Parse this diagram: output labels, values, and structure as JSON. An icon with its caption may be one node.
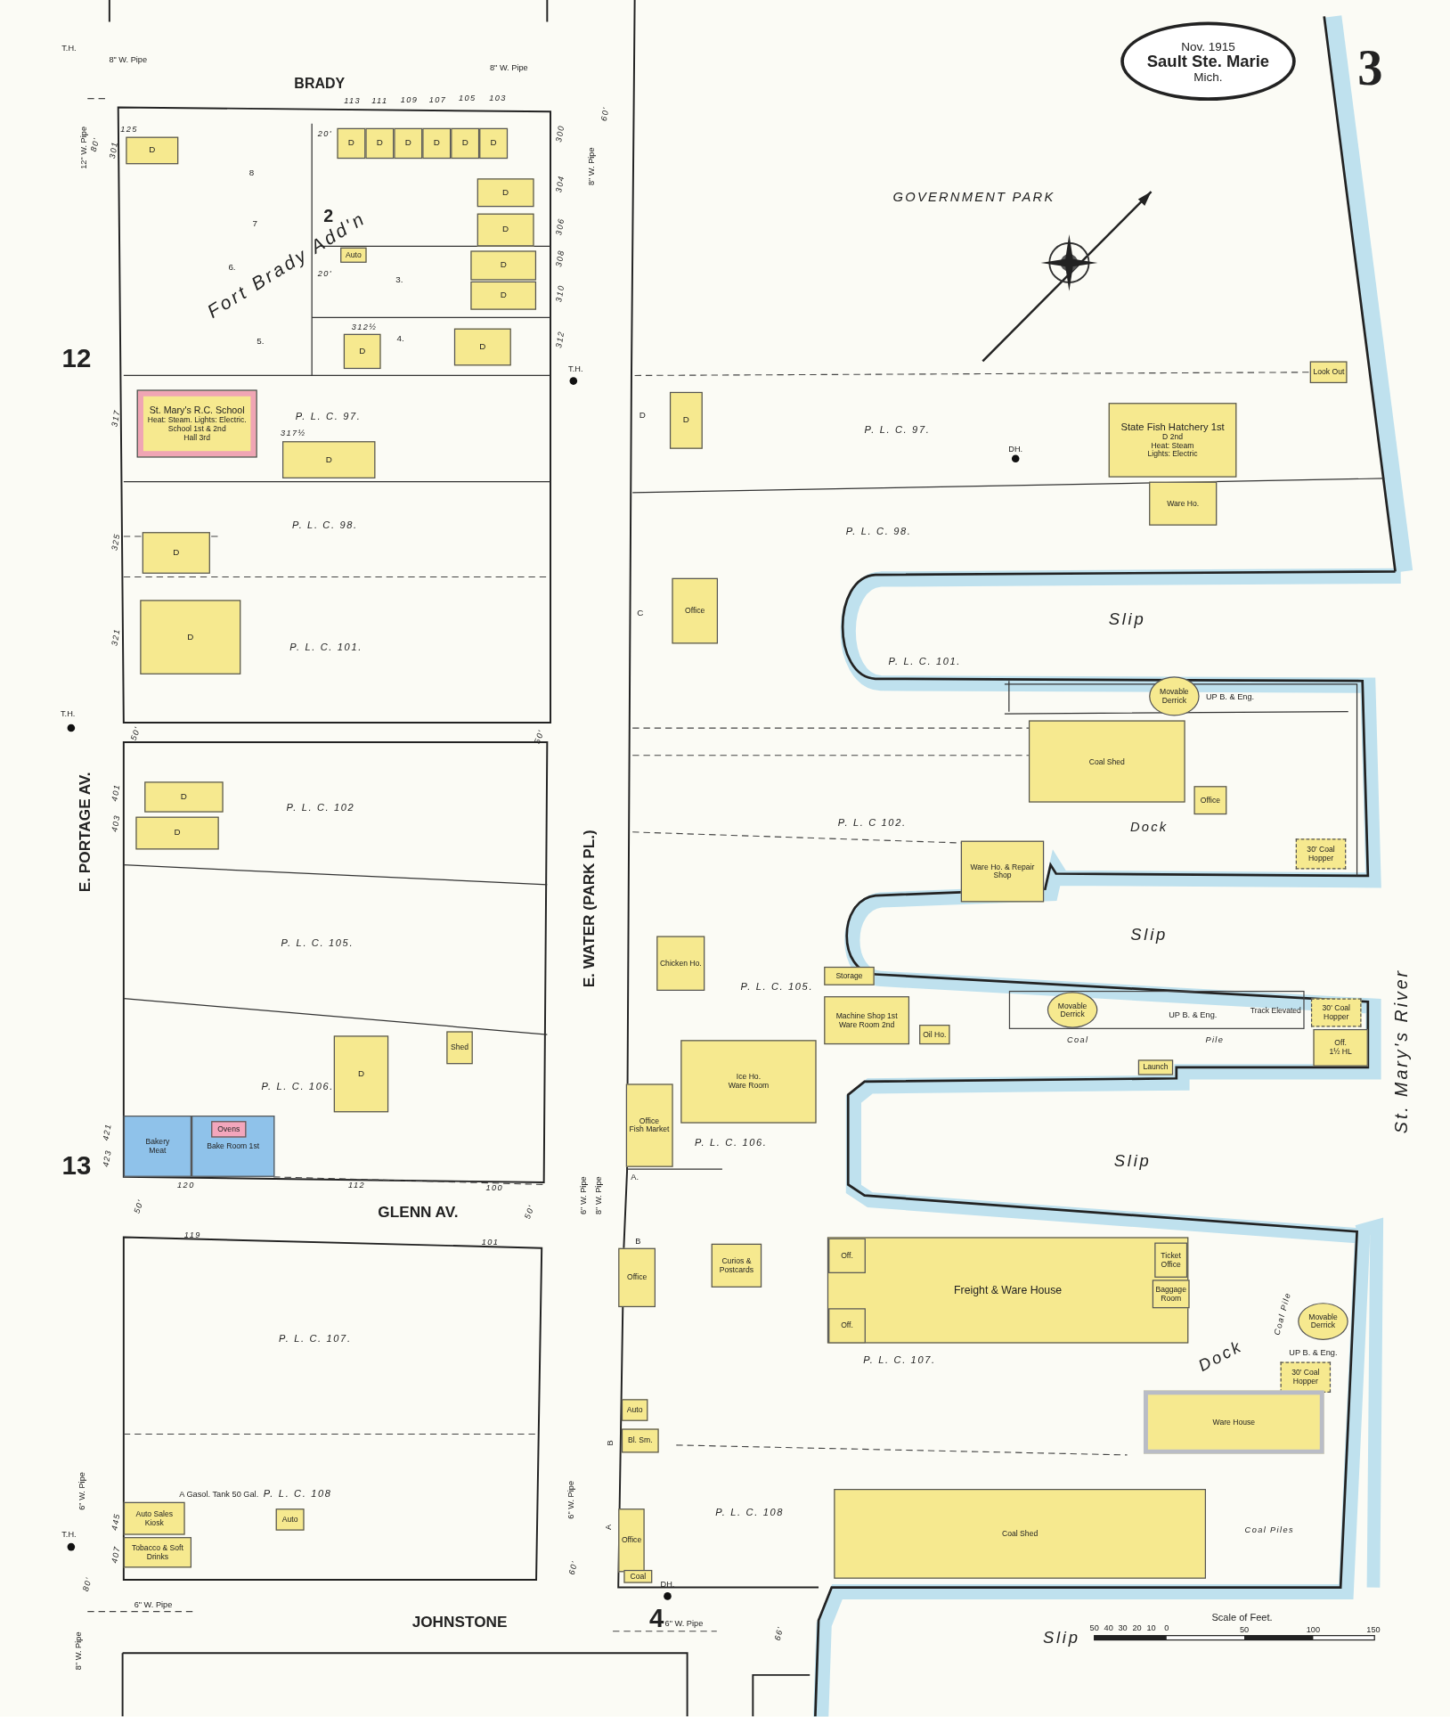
{
  "diagram": {
    "nodes": [
      {
        "text": [
          "Nov. 1915",
          "Sault Ste. Marie",
          "Mich."
        ]
      },
      {
        "text": [
          "St. Mary's R.C. School",
          "Heat: Steam. Lights: Electric.",
          "School 1st & 2nd",
          "Hall 3rd"
        ]
      },
      {
        "text": [
          "D"
        ]
      },
      {
        "text": [
          "D"
        ]
      },
      {
        "text": [
          "D"
        ]
      },
      {
        "text": [
          "D"
        ]
      },
      {
        "text": [
          "D"
        ]
      },
      {
        "text": [
          "D"
        ]
      },
      {
        "text": [
          "D"
        ]
      },
      {
        "text": [
          "D"
        ]
      },
      {
        "text": [
          "D"
        ]
      },
      {
        "text": [
          "D"
        ]
      },
      {
        "text": [
          "D"
        ]
      },
      {
        "text": [
          "D"
        ]
      },
      {
        "text": [
          "D"
        ]
      },
      {
        "text": [
          "Auto"
        ]
      },
      {
        "text": [
          "D"
        ]
      },
      {
        "text": [
          "D"
        ]
      },
      {
        "text": [
          "D"
        ]
      },
      {
        "text": [
          "D"
        ]
      },
      {
        "text": [
          "D"
        ]
      },
      {
        "text": [
          "D"
        ]
      },
      {
        "text": [
          "Shed"
        ]
      },
      {
        "text": [
          "Bakery",
          "Meat"
        ]
      },
      {
        "text": [
          "Bake Room 1st"
        ]
      },
      {
        "text": [
          "Ovens"
        ],
        "in": 24
      },
      {
        "text": [
          "Auto Sales Kiosk"
        ]
      },
      {
        "text": [
          "Tobacco & Soft Drinks"
        ]
      },
      {
        "text": [
          "Auto"
        ]
      },
      {
        "text": [
          "D"
        ]
      },
      {
        "text": [
          "Office"
        ]
      },
      {
        "text": [
          "Chicken Ho."
        ]
      },
      {
        "text": [
          "Office",
          "Fish Market"
        ]
      },
      {
        "text": [
          "Ice Ho.",
          "Ware Room"
        ]
      },
      {
        "text": [
          "Storage"
        ]
      },
      {
        "text": [
          "Machine Shop 1st",
          "Ware Room 2nd"
        ]
      },
      {
        "text": [
          "Oil Ho."
        ]
      },
      {
        "text": [
          "Look Out"
        ]
      },
      {
        "text": [
          "State Fish Hatchery 1st",
          "D 2nd",
          "Heat: Steam",
          "Lights: Electric"
        ]
      },
      {
        "text": [
          "Ware Ho."
        ]
      },
      {
        "text": [
          "Movable Derrick"
        ]
      },
      {
        "text": [
          "Coal Shed"
        ]
      },
      {
        "text": [
          "Office"
        ]
      },
      {
        "text": [
          "Ware Ho. & Repair Shop"
        ]
      },
      {
        "text": [
          "30' Coal Hopper"
        ]
      },
      {
        "text": [
          "Track Elevated"
        ]
      },
      {
        "text": [
          "Movable Derrick"
        ],
        "in": 45
      },
      {
        "text": [
          "30' Coal Hopper"
        ]
      },
      {
        "text": [
          "Off.",
          "1½ HL"
        ]
      },
      {
        "text": [
          "Launch"
        ]
      },
      {
        "text": [
          "Office"
        ]
      },
      {
        "text": [
          "Curios & Postcards"
        ]
      },
      {
        "text": [
          "Freight & Ware House"
        ]
      },
      {
        "text": [
          "Off."
        ],
        "in": 52
      },
      {
        "text": [
          "Off."
        ],
        "in": 52
      },
      {
        "text": [
          "Ticket Office"
        ],
        "in": 52
      },
      {
        "text": [
          "Baggage Room"
        ],
        "in": 52
      },
      {
        "text": [
          "Movable Derrick"
        ]
      },
      {
        "text": [
          "30' Coal Hopper"
        ]
      },
      {
        "text": [
          "Ware House"
        ]
      },
      {
        "text": [
          "Auto"
        ]
      },
      {
        "text": [
          "Bl. Sm."
        ]
      },
      {
        "text": [
          "Office"
        ]
      },
      {
        "text": [
          "Coal"
        ]
      },
      {
        "text": [
          "Coal Shed"
        ]
      }
    ],
    "labels": [
      "3",
      "BRADY",
      "GOVERNMENT PARK",
      "Fort Brady Add'n",
      "2",
      "12",
      "8",
      "7",
      "6.",
      "5.",
      "3.",
      "4.",
      "125",
      "113",
      "111",
      "109",
      "107",
      "105",
      "103",
      "301",
      "300",
      "304",
      "306",
      "308",
      "310",
      "312",
      "312½",
      "317",
      "317½",
      "325",
      "321",
      "P. L. C. 97.",
      "P. L. C. 98.",
      "P. L. C. 101.",
      "E. PORTAGE AV.",
      "E. WATER (PARK PL.)",
      "P. L. C. 102",
      "P. L. C. 105.",
      "P. L. C. 106.",
      "401",
      "403",
      "13",
      "421",
      "423",
      "120",
      "112",
      "100",
      "GLENN AV.",
      "119",
      "101",
      "P. L. C. 107.",
      "P. L. C. 108",
      "445",
      "407",
      "A Gasol. Tank 50 Gal.",
      "JOHNSTONE",
      "4",
      "P. L. C. 97.",
      "P. L. C. 98.",
      "Slip",
      "P. L. C. 101.",
      "P. L. C 102.",
      "Dock",
      "Slip",
      "P. L. C. 105.",
      "Coal",
      "Pile",
      "P. L. C. 106.",
      "Slip",
      "P. L. C. 107.",
      "Dock",
      "Coal Pile",
      "P. L. C. 108",
      "Coal Piles",
      "Slip",
      "Scale of Feet.",
      "St. Mary's River",
      "T.H.",
      "8\" W. Pipe",
      "8\" W. Pipe",
      "12\" W. Pipe",
      "8\" W. Pipe",
      "80'",
      "20'",
      "20'",
      "60'",
      "T.H.",
      "T.H.",
      "50'",
      "50'",
      "D",
      "C",
      "DH.",
      "50'",
      "50'",
      "6\" W. Pipe",
      "8\" W. Pipe",
      "A.",
      "B",
      "B",
      "A",
      "6\" W. Pipe",
      "T.H.",
      "80'",
      "6\" W. Pipe",
      "8\" W. Pipe",
      "6\" W. Pipe",
      "60'",
      "DH.",
      "6\" W. Pipe",
      "66'",
      "50",
      "40",
      "30",
      "20",
      "10",
      "0",
      "50",
      "100",
      "150",
      "UP B. & Eng.",
      "UP B. & Eng.",
      "UP B. & Eng."
    ]
  }
}
